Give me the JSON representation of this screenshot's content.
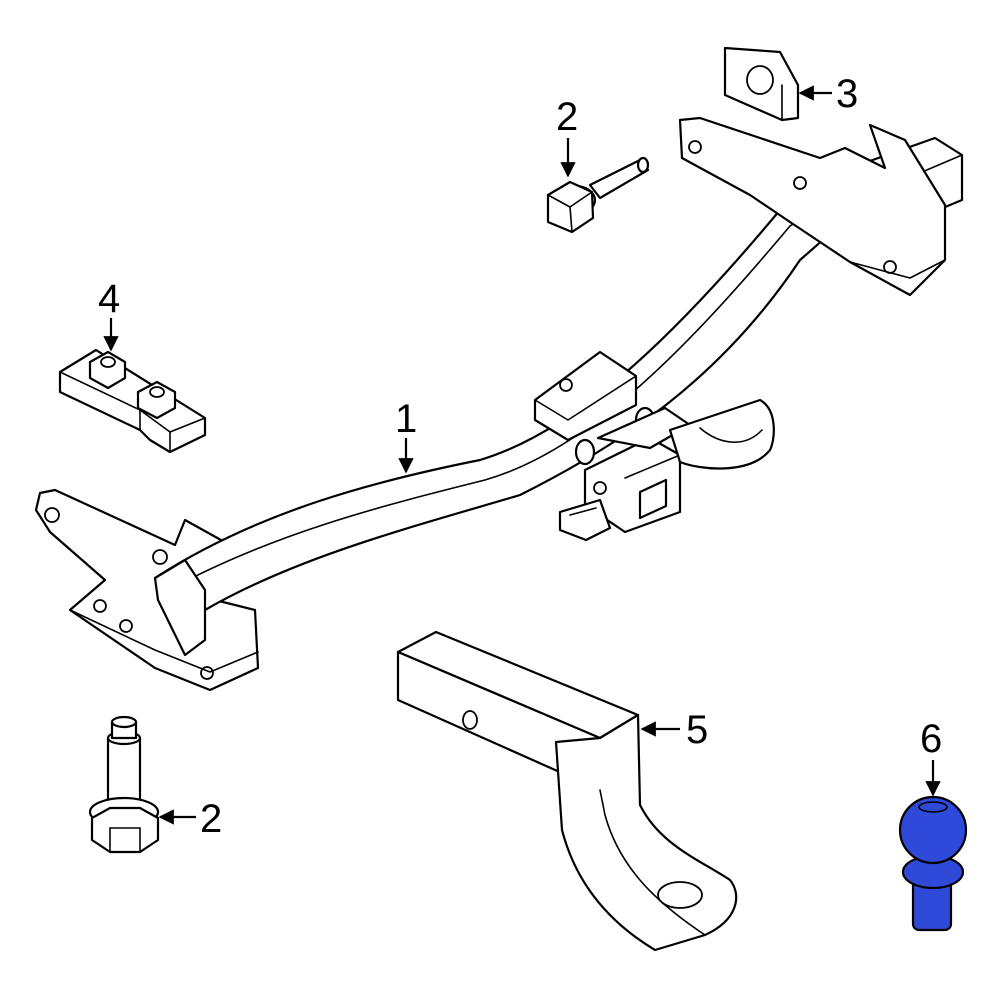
{
  "diagram": {
    "highlight_color": "#2f4ad8",
    "parts": [
      {
        "id": "hitch-crossmember",
        "number": "1"
      },
      {
        "id": "bolt-upper",
        "number": "2"
      },
      {
        "id": "cage-nut",
        "number": "3"
      },
      {
        "id": "nut-plate",
        "number": "4"
      },
      {
        "id": "ball-mount",
        "number": "5"
      },
      {
        "id": "hitch-ball",
        "number": "6"
      },
      {
        "id": "bolt-lower",
        "number": "2"
      }
    ]
  }
}
